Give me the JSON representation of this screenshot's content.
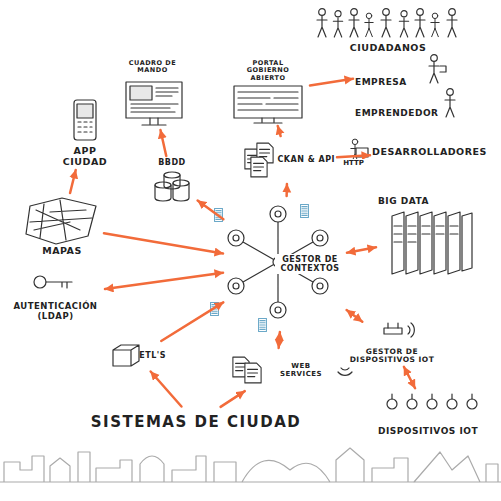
{
  "diagram": {
    "nodes": [
      {
        "text": [
          "CUADRO DE MANDO"
        ]
      },
      {
        "text": [
          "PORTAL GOBIERNO ABIERTO"
        ]
      },
      {
        "text": [
          "CIUDADANOS"
        ]
      },
      {
        "text": [
          "EMPRESA"
        ]
      },
      {
        "text": [
          "EMPRENDEDOR"
        ]
      },
      {
        "text": [
          "APP CIUDAD"
        ]
      },
      {
        "text": [
          "BBDD"
        ]
      },
      {
        "text": [
          "CKAN & API"
        ]
      },
      {
        "text": [
          "DESARROLLADORES"
        ]
      },
      {
        "text": [
          "MAPAS"
        ]
      },
      {
        "text": [
          "BIG DATA"
        ]
      },
      {
        "text": [
          "GESTOR DE CONTEXTOS"
        ]
      },
      {
        "text": [
          "AUTENTICACIÓN (LDAP)"
        ]
      },
      {
        "text": [
          "ETL'S"
        ]
      },
      {
        "text": [
          "GESTOR DE DISPOSITIVOS IOT"
        ]
      },
      {
        "text": [
          "WEB SERVICES"
        ]
      },
      {
        "text": [
          "DISPOSITIVOS IOT"
        ]
      },
      {
        "text": [
          "SISTEMAS DE CIUDAD"
        ]
      }
    ],
    "edges": [
      {
        "from": 11,
        "to": 6,
        "arrow": "to"
      },
      {
        "from": 6,
        "to": 0,
        "arrow": "to"
      },
      {
        "from": 9,
        "to": 5,
        "arrow": "to"
      },
      {
        "from": 9,
        "to": 11,
        "arrow": "to"
      },
      {
        "from": 12,
        "to": 11,
        "arrow": "both"
      },
      {
        "from": 13,
        "to": 11,
        "arrow": "to"
      },
      {
        "from": 17,
        "to": 13,
        "arrow": "to"
      },
      {
        "from": 11,
        "to": 15,
        "arrow": "both"
      },
      {
        "from": 17,
        "to": 15,
        "arrow": "to"
      },
      {
        "from": 11,
        "to": 14,
        "arrow": "both"
      },
      {
        "from": 14,
        "to": 16,
        "arrow": "both"
      },
      {
        "from": 11,
        "to": 10,
        "arrow": "both"
      },
      {
        "from": 11,
        "to": 7,
        "arrow": "to"
      },
      {
        "from": 7,
        "to": 1,
        "arrow": "to"
      },
      {
        "from": 7,
        "to": 8,
        "label": "HTTP",
        "arrow": "to"
      },
      {
        "from": 1,
        "to": 3,
        "arrow": "to"
      }
    ]
  }
}
